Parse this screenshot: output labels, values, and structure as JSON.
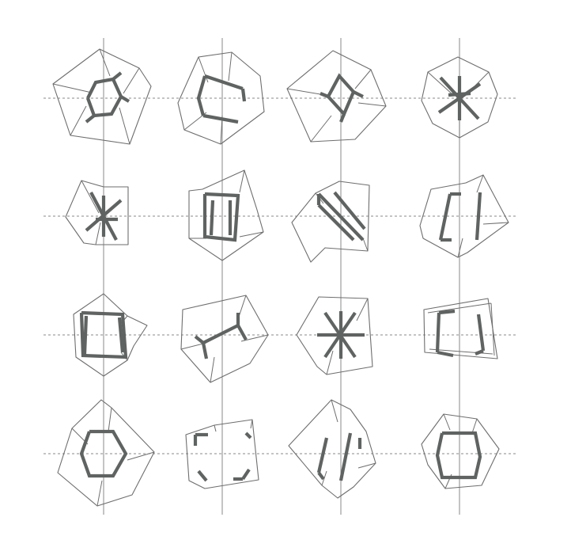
{
  "figure": {
    "rows": 4,
    "columns": 4,
    "panel_count": 16,
    "colors": {
      "background": "#ffffff",
      "axis_line": "#8a8a8a",
      "dashed_line": "#8a8a8a",
      "outline": "#6e6e6e",
      "thick_edge": "#5f6362"
    },
    "panels": [
      {
        "row": 1,
        "col": 1,
        "shape": "pentagon-prism",
        "inner_marks": "hexagon-with-spokes"
      },
      {
        "row": 1,
        "col": 2,
        "shape": "pentagon-prism",
        "inner_marks": "bracket"
      },
      {
        "row": 1,
        "col": 3,
        "shape": "pentagon-prism",
        "inner_marks": "square-with-spokes"
      },
      {
        "row": 1,
        "col": 4,
        "shape": "hexagon-prism",
        "inner_marks": "star"
      },
      {
        "row": 2,
        "col": 1,
        "shape": "hexagon-prism",
        "inner_marks": "star"
      },
      {
        "row": 2,
        "col": 2,
        "shape": "cube",
        "inner_marks": "square"
      },
      {
        "row": 2,
        "col": 3,
        "shape": "cube",
        "inner_marks": "parallel-bars"
      },
      {
        "row": 2,
        "col": 4,
        "shape": "cube",
        "inner_marks": "parallel-bars"
      },
      {
        "row": 3,
        "col": 1,
        "shape": "cube",
        "inner_marks": "square"
      },
      {
        "row": 3,
        "col": 2,
        "shape": "cube",
        "inner_marks": "spokes"
      },
      {
        "row": 3,
        "col": 3,
        "shape": "hexagon-prism",
        "inner_marks": "star"
      },
      {
        "row": 3,
        "col": 4,
        "shape": "box",
        "inner_marks": "partial-square"
      },
      {
        "row": 4,
        "col": 1,
        "shape": "cube",
        "inner_marks": "hexagon"
      },
      {
        "row": 4,
        "col": 2,
        "shape": "box",
        "inner_marks": "corner-brackets"
      },
      {
        "row": 4,
        "col": 3,
        "shape": "cube",
        "inner_marks": "parallel-bars"
      },
      {
        "row": 4,
        "col": 4,
        "shape": "cube",
        "inner_marks": "hexagon"
      }
    ]
  }
}
